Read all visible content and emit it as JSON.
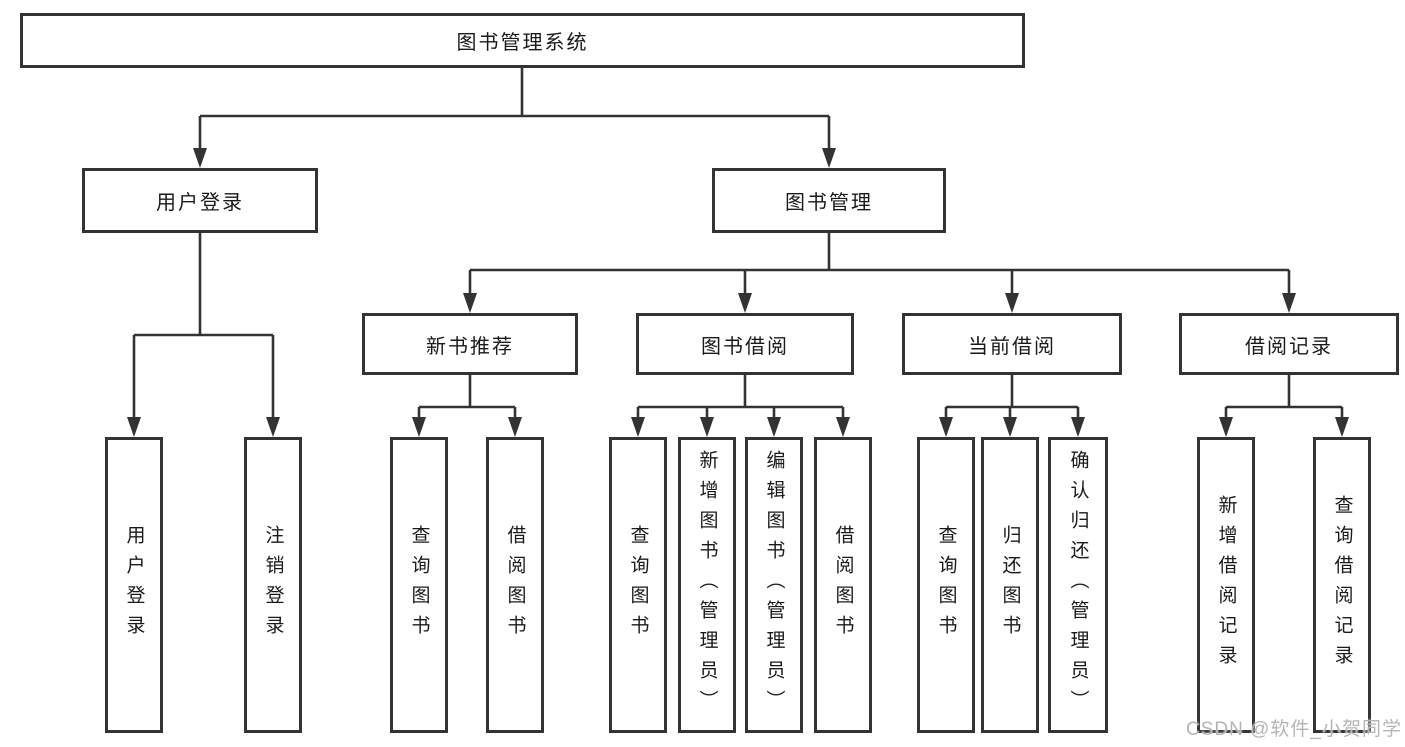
{
  "diagram": {
    "root_label": "图书管理系统",
    "branches": [
      {
        "label": "用户登录",
        "leaves": [
          "用户登录",
          "注销登录"
        ]
      },
      {
        "label": "图书管理",
        "groups": [
          {
            "label": "新书推荐",
            "leaves": [
              "查询图书",
              "借阅图书"
            ]
          },
          {
            "label": "图书借阅",
            "leaves": [
              "查询图书",
              "新增图书（管理员）",
              "编辑图书（管理员）",
              "借阅图书"
            ]
          },
          {
            "label": "当前借阅",
            "leaves": [
              "查询图书",
              "归还图书",
              "确认归还（管理员）"
            ]
          },
          {
            "label": "借阅记录",
            "leaves": [
              "新增借阅记录",
              "查询借阅记录"
            ]
          }
        ]
      }
    ]
  },
  "watermark": "CSDN @软件_小贺同学",
  "colors": {
    "line": "#333333",
    "box_border": "#333333",
    "text": "#1a1a1a",
    "watermark": "#b5b5b5",
    "background": "#ffffff"
  }
}
